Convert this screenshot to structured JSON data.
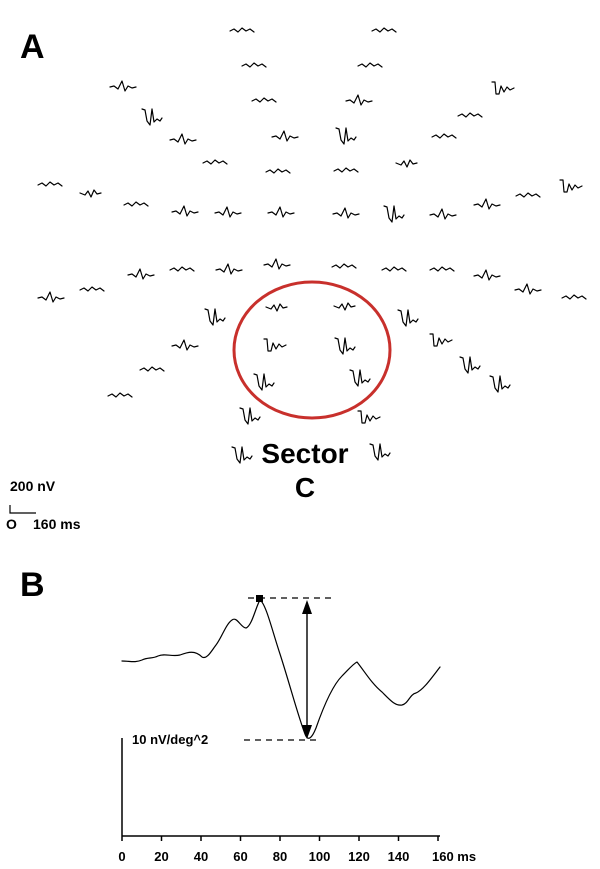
{
  "panel_a": {
    "label": "A",
    "sector_line1": "Sector",
    "sector_line2": "C",
    "circle_color": "#c8302c",
    "scale_amplitude": "200 nV",
    "scale_origin": "O",
    "scale_time": "160 ms"
  },
  "panel_b": {
    "label": "B",
    "y_scale_label": "10 nV/deg^2",
    "x_ticks": [
      "0",
      "20",
      "40",
      "60",
      "80",
      "100",
      "120",
      "140",
      "160 ms"
    ]
  }
}
